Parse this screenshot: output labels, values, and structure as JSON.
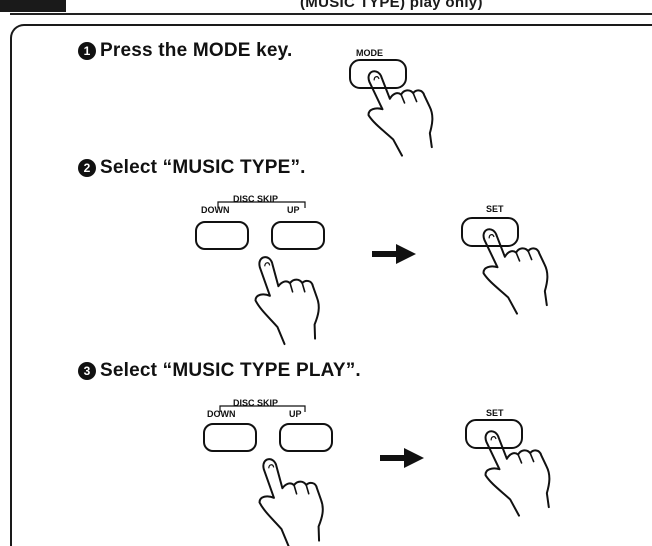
{
  "header": {
    "text": "(MUSIC TYPE) play only)"
  },
  "steps": [
    {
      "number": "1",
      "text": "Press the MODE key.",
      "button_label": "MODE"
    },
    {
      "number": "2",
      "text": "Select “MUSIC TYPE”.",
      "group_label": "DISC SKIP",
      "down_label": "DOWN",
      "up_label": "UP",
      "set_label": "SET"
    },
    {
      "number": "3",
      "text": "Select “MUSIC TYPE PLAY”.",
      "group_label": "DISC SKIP",
      "down_label": "DOWN",
      "up_label": "UP",
      "set_label": "SET"
    }
  ],
  "colors": {
    "ink": "#111111",
    "paper": "#ffffff"
  },
  "icons": [
    "hand-pointer-icon",
    "right-arrow-icon"
  ]
}
